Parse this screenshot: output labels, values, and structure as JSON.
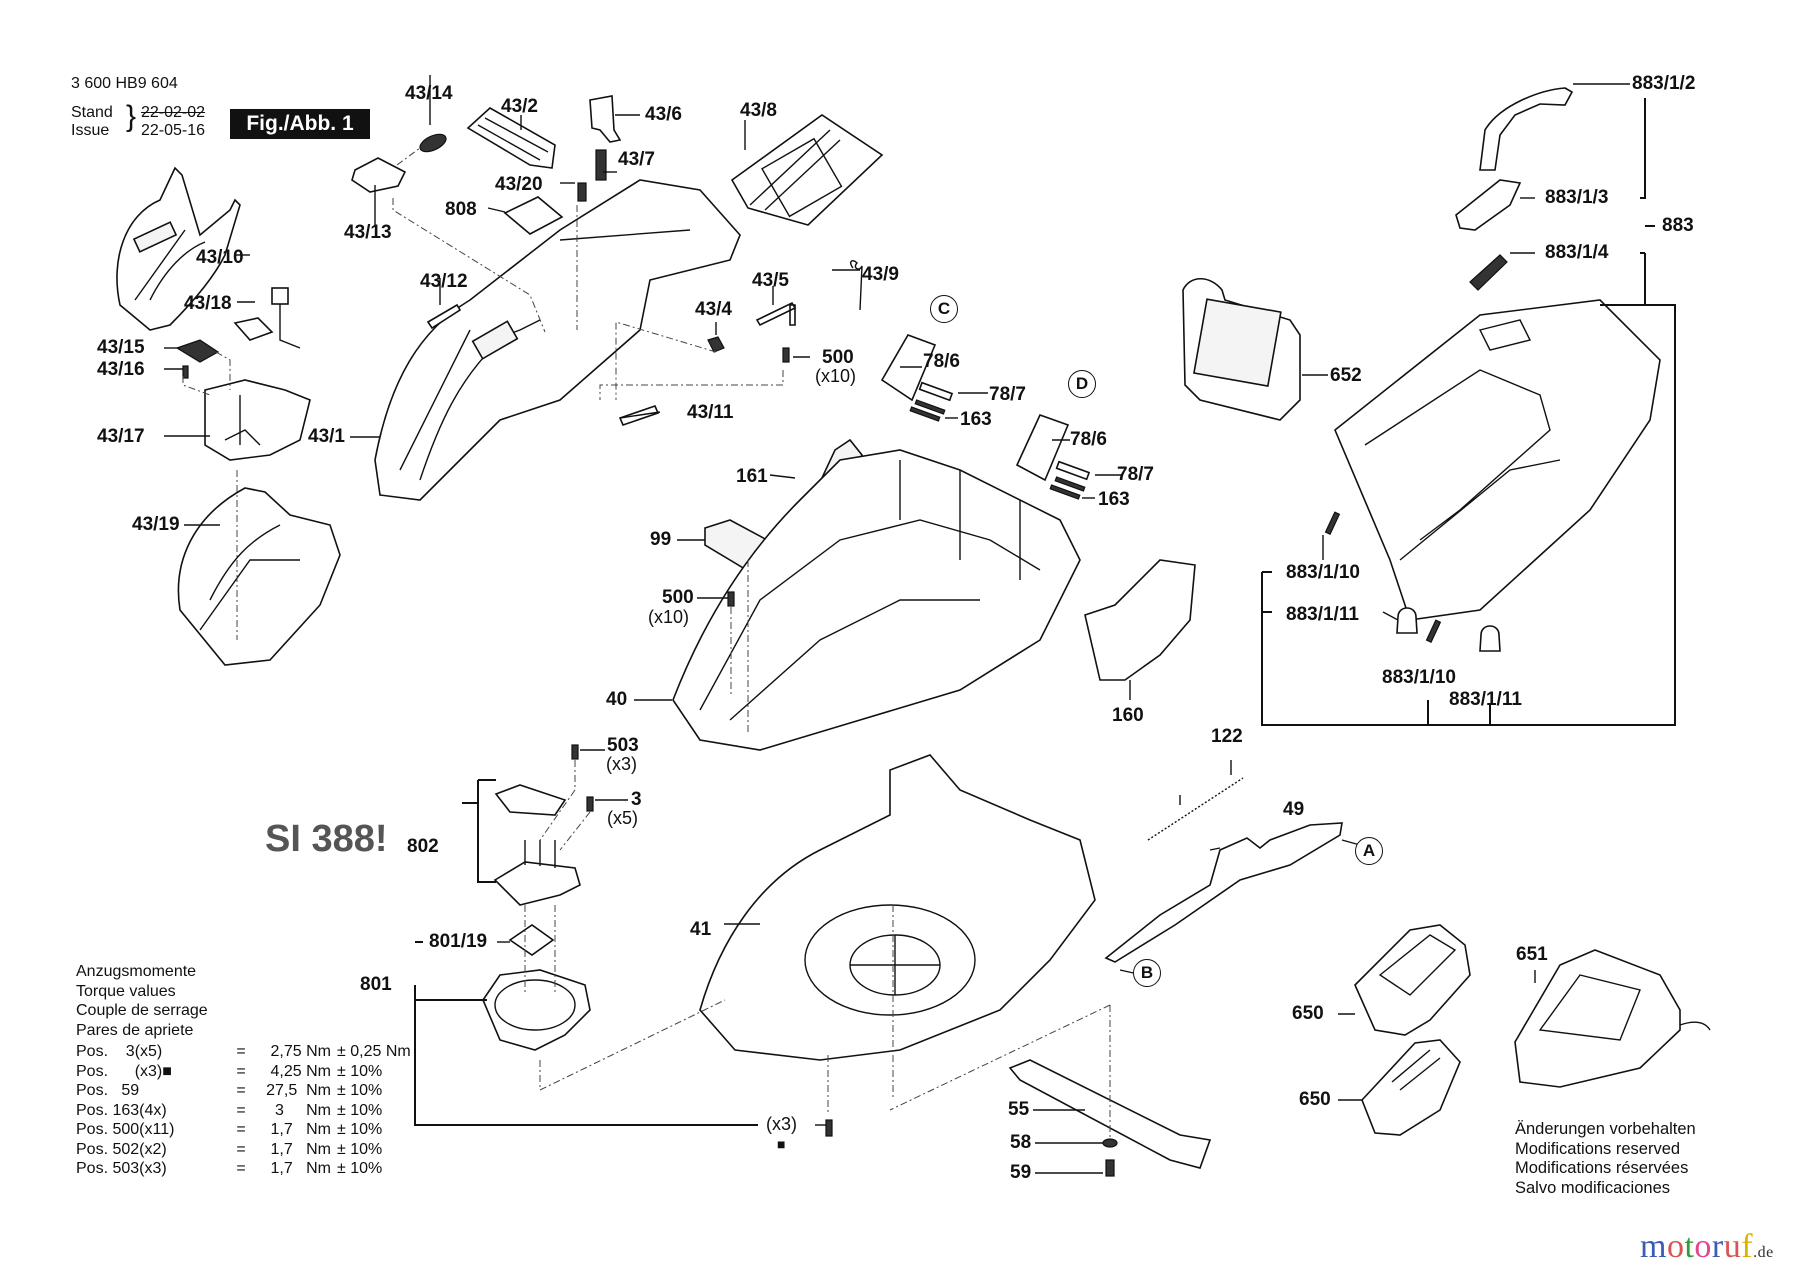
{
  "header": {
    "part_number": "3 600 HB9 604",
    "stand_label": "Stand",
    "issue_label": "Issue",
    "stand_date_struck": "22-02-02",
    "issue_date": "22-05-16",
    "figure_label": "Fig./Abb. 1"
  },
  "service_info": "SI 388!",
  "callouts": {
    "A": "A",
    "B": "B",
    "C": "C",
    "D": "D"
  },
  "part_labels": {
    "p43_14": "43/14",
    "p43_2": "43/2",
    "p43_6": "43/6",
    "p43_7": "43/7",
    "p43_8": "43/8",
    "p43_13": "43/13",
    "p43_20": "43/20",
    "p808": "808",
    "p43_10": "43/10",
    "p43_12": "43/12",
    "p43_9": "43/9",
    "p43_5": "43/5",
    "p43_4": "43/4",
    "p43_18": "43/18",
    "p43_15": "43/15",
    "p43_16": "43/16",
    "p43_17": "43/17",
    "p43_1": "43/1",
    "p43_11": "43/11",
    "p43_19": "43/19",
    "p500a": "500",
    "p500a_qty": "(x10)",
    "p500b": "500",
    "p500b_qty": "(x10)",
    "p78_6a": "78/6",
    "p78_7a": "78/7",
    "p163a": "163",
    "p78_6b": "78/6",
    "p78_7b": "78/7",
    "p163b": "163",
    "p161": "161",
    "p99": "99",
    "p40": "40",
    "p160": "160",
    "p883_1_2": "883/1/2",
    "p883_1_3": "883/1/3",
    "p883_1_4": "883/1/4",
    "p883": "883",
    "p652": "652",
    "p883_1_10a": "883/1/10",
    "p883_1_11a": "883/1/11",
    "p883_1_10b": "883/1/10",
    "p883_1_11b": "883/1/11",
    "p122": "122",
    "p49": "49",
    "p503": "503",
    "p503_qty": "(x3)",
    "p3": "3",
    "p3_qty": "(x5)",
    "p802": "802",
    "p801_19": "801/19",
    "p801": "801",
    "p41": "41",
    "p_x3": "(x3)",
    "p_x3_mark": "■",
    "p55": "55",
    "p58": "58",
    "p59": "59",
    "p650a": "650",
    "p650b": "650",
    "p651": "651"
  },
  "torque": {
    "titles": [
      "Anzugsmomente",
      "Torque values",
      "Couple de serrage",
      "Pares de apriete"
    ],
    "rows": [
      {
        "pos": "Pos.    3(x5)",
        "eq": "=",
        "value": "2,75 Nm",
        "tol": "± 0,25 Nm"
      },
      {
        "pos": "Pos.      (x3)■",
        "eq": "=",
        "value": "4,25 Nm",
        "tol": "± 10%"
      },
      {
        "pos": "Pos.   59",
        "eq": "=",
        "value": "27,5  Nm",
        "tol": "± 10%"
      },
      {
        "pos": "Pos. 163(4x)",
        "eq": "=",
        "value": "3     Nm",
        "tol": "± 10%"
      },
      {
        "pos": "Pos. 500(x11)",
        "eq": "=",
        "value": "1,7   Nm",
        "tol": "± 10%"
      },
      {
        "pos": "Pos. 502(x2)",
        "eq": "=",
        "value": "1,7   Nm",
        "tol": "± 10%"
      },
      {
        "pos": "Pos. 503(x3)",
        "eq": "=",
        "value": "1,7   Nm",
        "tol": "± 10%"
      }
    ]
  },
  "modifications": [
    "Änderungen vorbehalten",
    "Modifications reserved",
    "Modifications réservées",
    "Salvo modificaciones"
  ],
  "brand": {
    "letters": [
      "m",
      "o",
      "t",
      "o",
      "r",
      "u",
      "f"
    ],
    "colors": [
      "#3b5bb5",
      "#d9534f",
      "#2e9b3c",
      "#e0458f",
      "#3b5bb5",
      "#d9534f",
      "#e0b000"
    ],
    "suffix": ".de"
  }
}
